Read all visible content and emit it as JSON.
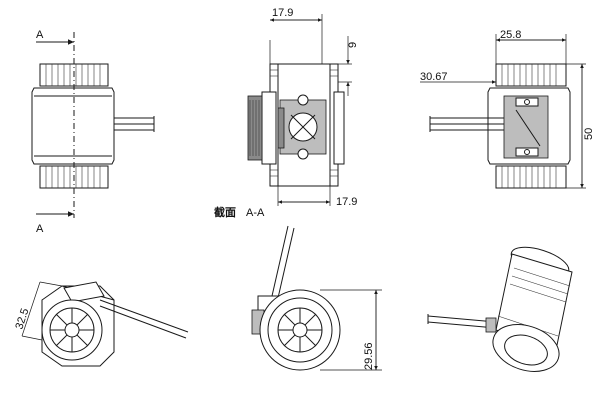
{
  "labels": {
    "section_top": "A",
    "section_bottom": "A",
    "section_caption_cn": "截面",
    "section_caption": "A-A"
  },
  "dimensions": {
    "top_width": "17.9",
    "right_height": "9",
    "bottom_width": "17.9",
    "side_width": "25.8",
    "side_offset": "30.67",
    "side_height": "50",
    "iso_left": "32.5",
    "iso_mid": "29.56"
  }
}
